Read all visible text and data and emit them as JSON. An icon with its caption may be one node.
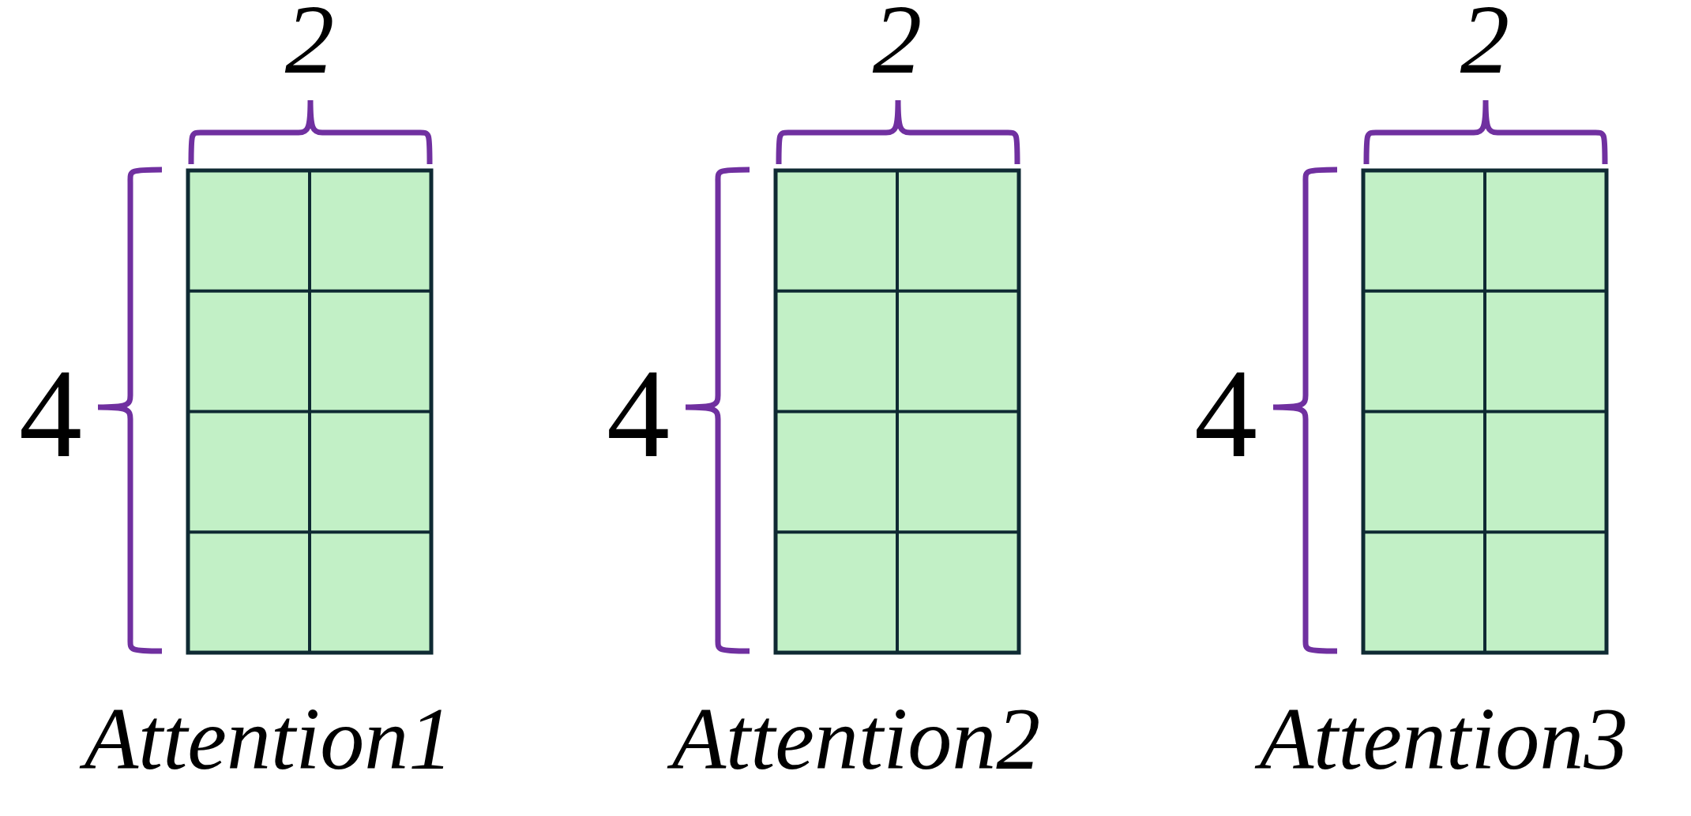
{
  "diagram": {
    "nodes": [
      {
        "text": [
          "Attention1"
        ],
        "beside": [
          "2",
          "4"
        ]
      },
      {
        "text": [
          "Attention2"
        ],
        "beside": [
          "2",
          "4"
        ]
      },
      {
        "text": [
          "Attention3"
        ],
        "beside": [
          "2",
          "4"
        ]
      }
    ]
  }
}
